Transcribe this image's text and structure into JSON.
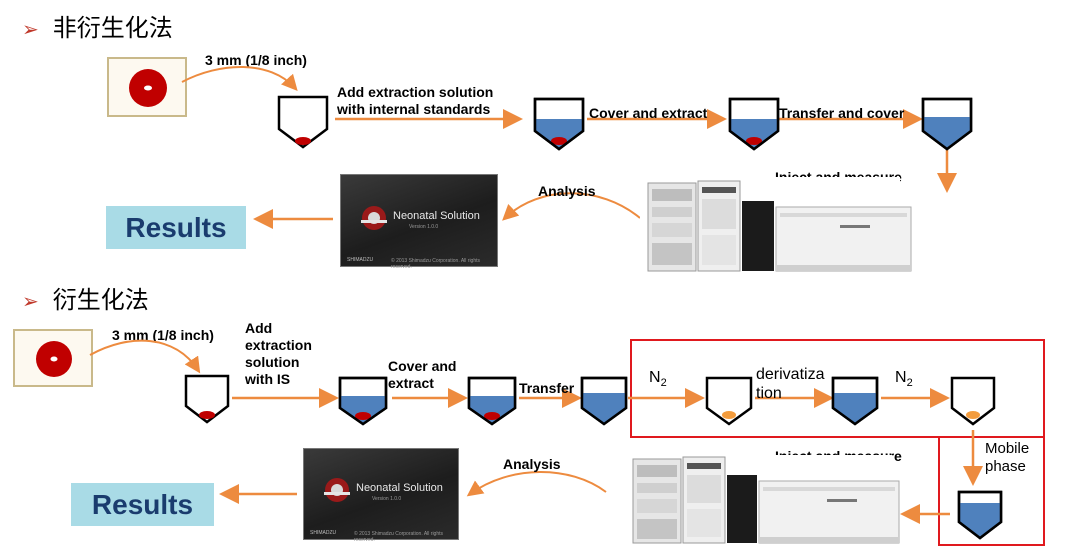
{
  "section1": {
    "heading": "非衍生化法",
    "punch_label": "3 mm (1/8 inch)",
    "step_add": "Add extraction solution\nwith internal standards",
    "step_cover": "Cover and extract",
    "step_transfer": "Transfer and cover",
    "inject": "Inject and measure\nby LCMS/MS",
    "analysis": "Analysis",
    "results": "Results",
    "software_title": "Neonatal Solution",
    "software_version": "Version 1.0.0",
    "software_brand": "SHIMADZU",
    "software_copyright": "© 2013 Shimadzu Corporation. All rights reserved."
  },
  "section2": {
    "heading": "衍生化法",
    "punch_label": "3 mm (1/8 inch)",
    "step_add": "Add\nextraction\nsolution\nwith IS",
    "step_cover": "Cover and\nextract",
    "step_transfer": "Transfer",
    "n2_first": "N",
    "n2_first_sub": "2",
    "derivatization": "derivatiza\ntion",
    "n2_second": "N",
    "n2_second_sub": "2",
    "mobile_phase": "Mobile\nphase",
    "inject": "Inject and measure\nby LCMS/MS",
    "analysis": "Analysis",
    "results": "Results",
    "software_title": "Neonatal Solution",
    "software_version": "Version 1.0.0",
    "software_brand": "SHIMADZU",
    "software_copyright": "© 2013 Shimadzu Corporation. All rights reserved."
  },
  "colors": {
    "arrow": "#ed8b3f",
    "blood_spot": "#c00000",
    "liquid": "#4f81bd",
    "derivative": "#f39c3d",
    "results_bg": "#a9dbe6",
    "results_text": "#1a3c6e",
    "highlight_box": "#e0191e",
    "bullet": "#c0392b"
  },
  "icons": {
    "bullet": "arrow-bullet-icon",
    "sample_card": "dried-blood-spot-icon",
    "vial": "sample-well-icon",
    "instrument": "lcms-instrument-icon",
    "software": "neonatal-solution-screen-icon"
  }
}
